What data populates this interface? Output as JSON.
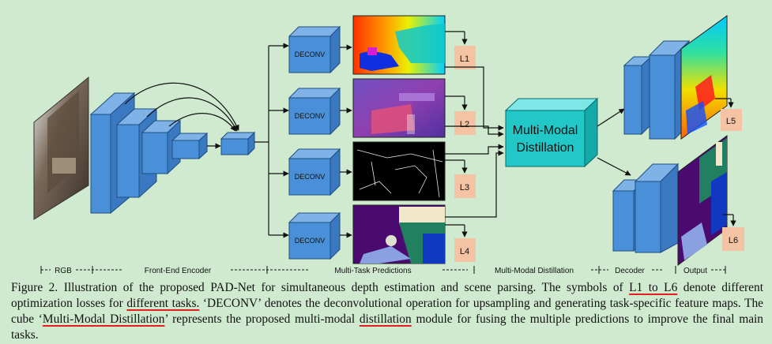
{
  "figure": {
    "deconv_label": "DECONV",
    "mmd_label_line1": "Multi-Modal",
    "mmd_label_line2": "Distillation",
    "loss_labels": [
      "L1",
      "L2",
      "L3",
      "L4",
      "L5",
      "L6"
    ],
    "stage_labels": [
      "RGB",
      "Front-End Encoder",
      "Multi-Task Predictions",
      "Multi-Modal Distillation",
      "Decoder",
      "Output"
    ]
  },
  "caption": {
    "prefix": "Figure 2. Illustration of the proposed PAD-Net for simultaneous depth estimation and scene parsing. The symbols of ",
    "hl1": "L1 to L6",
    "mid1": " denote different optimization losses for ",
    "hl2": "different tasks.",
    "mid2": " ‘DECONV’ denotes the deconvolutional operation for upsampling and generating task-specific feature maps. The cube ‘",
    "hl3": "Multi-Modal Distillation",
    "mid3": "’ represents the proposed multi-modal ",
    "hl4": "distillation",
    "suffix": " module for fusing the multiple predictions to improve the final main tasks."
  },
  "colors": {
    "background": "#cfeacf",
    "block": "#4a90d9",
    "distillation": "#22c8c8",
    "loss_box": "#f4c3a4",
    "underline": "#e02020"
  }
}
